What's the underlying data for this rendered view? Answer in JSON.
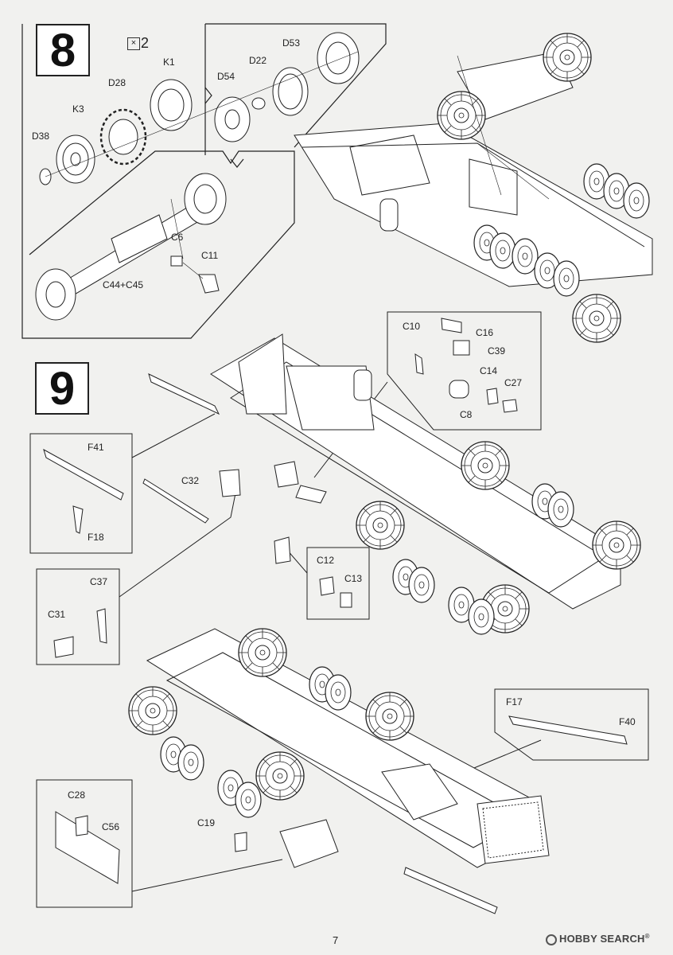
{
  "steps": {
    "step8": "8",
    "step9": "9"
  },
  "multiplier": {
    "symbol": "×",
    "count": "2"
  },
  "parts": {
    "k1": "K1",
    "d28": "D28",
    "k3": "K3",
    "d38": "D38",
    "d53": "D53",
    "d22": "D22",
    "d54": "D54",
    "c6": "C6",
    "c11": "C11",
    "c44c45": "C44+C45",
    "c10": "C10",
    "c16": "C16",
    "c39": "C39",
    "c14": "C14",
    "c27": "C27",
    "c8": "C8",
    "f41": "F41",
    "f18": "F18",
    "c32": "C32",
    "c12": "C12",
    "c13": "C13",
    "c37": "C37",
    "c31": "C31",
    "f17": "F17",
    "f40": "F40",
    "c28": "C28",
    "c56": "C56",
    "c19": "C19"
  },
  "footer": {
    "page_number": "7",
    "watermark": "HOBBY SEARCH"
  }
}
